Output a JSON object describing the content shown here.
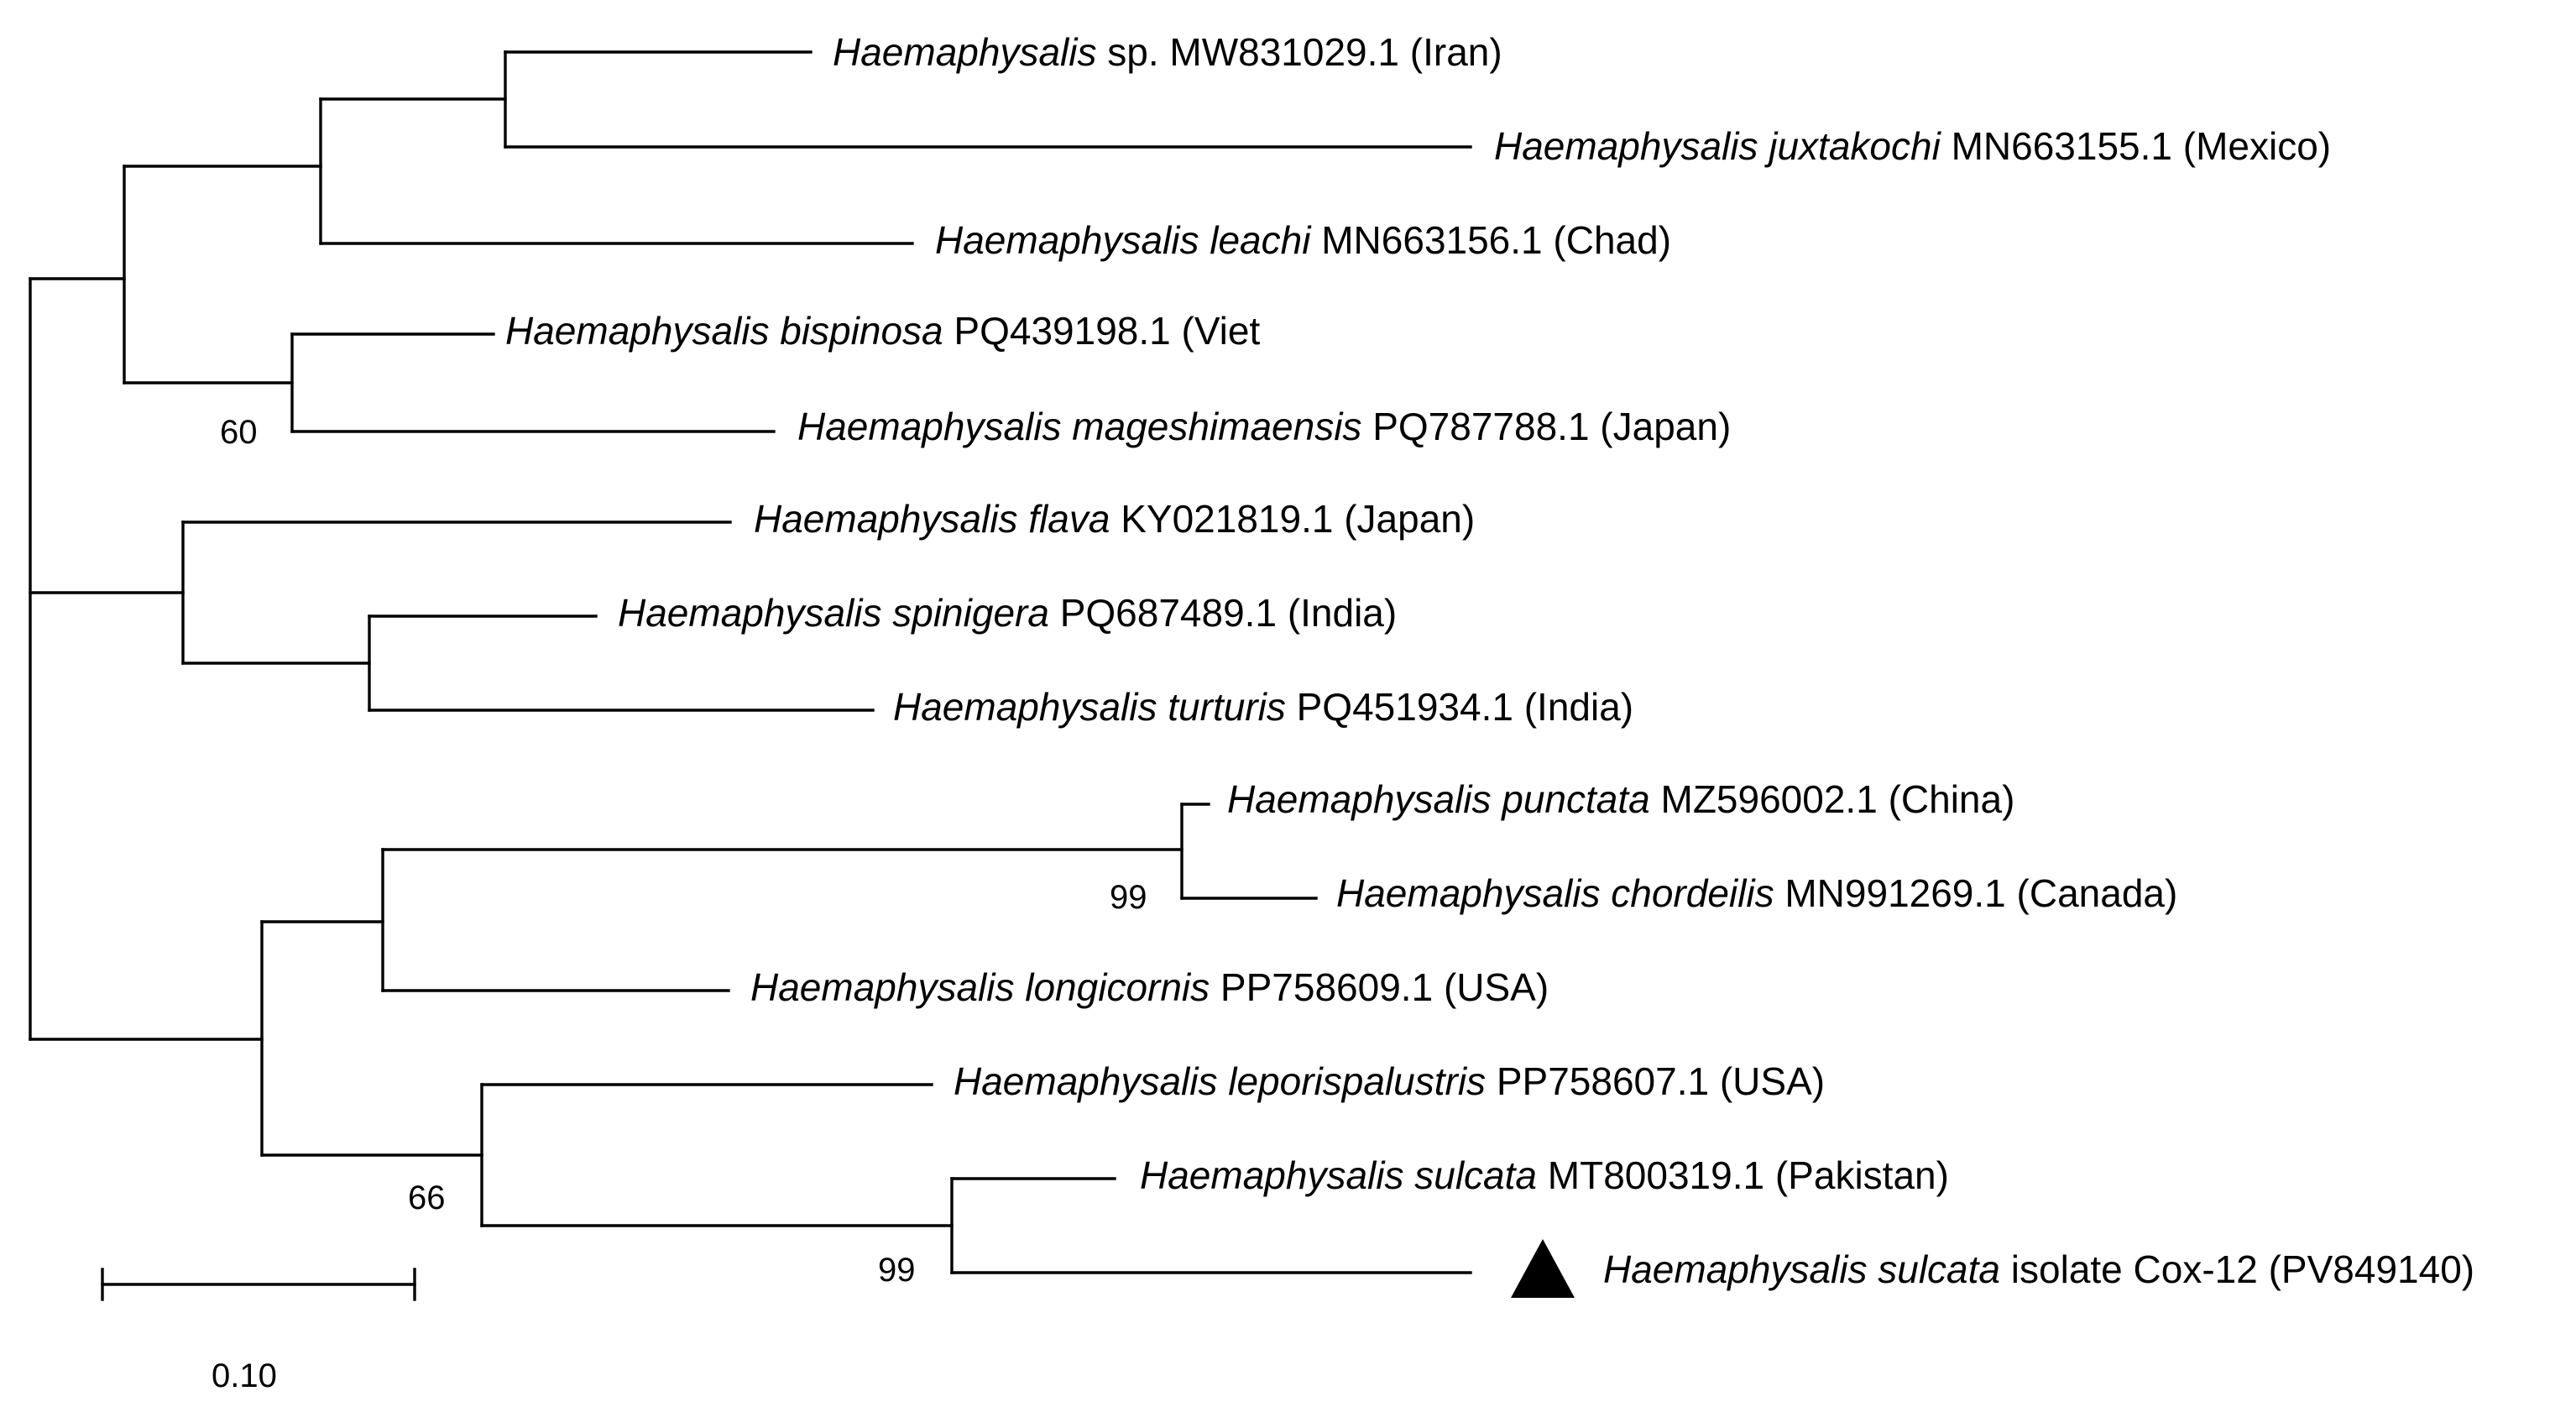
{
  "tree": {
    "taxa": [
      {
        "species": "Haemaphysalis",
        "rest": " sp. MW831029.1 (Iran)"
      },
      {
        "species": "Haemaphysalis juxtakochi",
        "rest": " MN663155.1 (Mexico)"
      },
      {
        "species": "Haemaphysalis leachi",
        "rest": " MN663156.1 (Chad)"
      },
      {
        "species": "Haemaphysalis bispinosa",
        "rest": " PQ439198.1 (Viet"
      },
      {
        "species": "Haemaphysalis mageshimaensis",
        "rest": " PQ787788.1 (Japan)"
      },
      {
        "species": "Haemaphysalis flava",
        "rest": " KY021819.1 (Japan)"
      },
      {
        "species": "Haemaphysalis spinigera",
        "rest": " PQ687489.1 (India)"
      },
      {
        "species": "Haemaphysalis turturis",
        "rest": " PQ451934.1 (India)"
      },
      {
        "species": "Haemaphysalis punctata",
        "rest": " MZ596002.1 (China)"
      },
      {
        "species": "Haemaphysalis chordeilis",
        "rest": " MN991269.1 (Canada)"
      },
      {
        "species": "Haemaphysalis longicornis",
        "rest": " PP758609.1 (USA)"
      },
      {
        "species": "Haemaphysalis leporispalustris",
        "rest": " PP758607.1 (USA)"
      },
      {
        "species": "Haemaphysalis sulcata",
        "rest": " MT800319.1 (Pakistan)"
      },
      {
        "species": "Haemaphysalis sulcata",
        "rest": " isolate Cox-12 (PV849140)"
      }
    ],
    "bootstrap": [
      "60",
      "99",
      "66",
      "99"
    ],
    "scale_bar": "0.10",
    "highlight_marker": "filled-triangle-icon"
  }
}
